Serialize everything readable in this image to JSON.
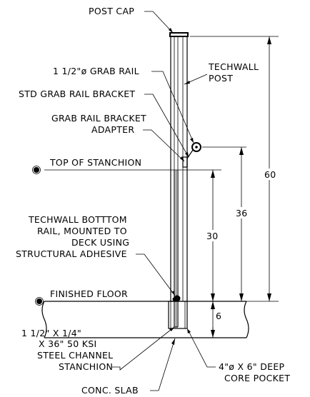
{
  "labels": {
    "post_cap": "POST CAP",
    "grab_rail": "1 1/2\"ø GRAB RAIL",
    "techwall_post_1": "TECHWALL",
    "techwall_post_2": "POST",
    "std_bracket": "STD GRAB RAIL BRACKET",
    "adapter_1": "GRAB RAIL BRACKET",
    "adapter_2": "ADAPTER",
    "top_of_stanchion": "TOP OF STANCHION",
    "bottom_rail_1": "TECHWALL BOTTTOM",
    "bottom_rail_2": "RAIL, MOUNTED TO",
    "bottom_rail_3": "DECK USING",
    "bottom_rail_4": "STRUCTURAL ADHESIVE",
    "finished_floor": "FINISHED FLOOR",
    "channel_1": "1 1/2\" X 1/4\"",
    "channel_2": "X 36\" 50 KSI",
    "channel_3": "STEEL CHANNEL",
    "channel_4": "STANCHION",
    "core_1": "4\"ø X 6\" DEEP",
    "core_2": "CORE POCKET",
    "slab": "CONC. SLAB"
  },
  "dimensions": {
    "total": "60",
    "rail": "36",
    "stanchion": "30",
    "slab": "6"
  }
}
